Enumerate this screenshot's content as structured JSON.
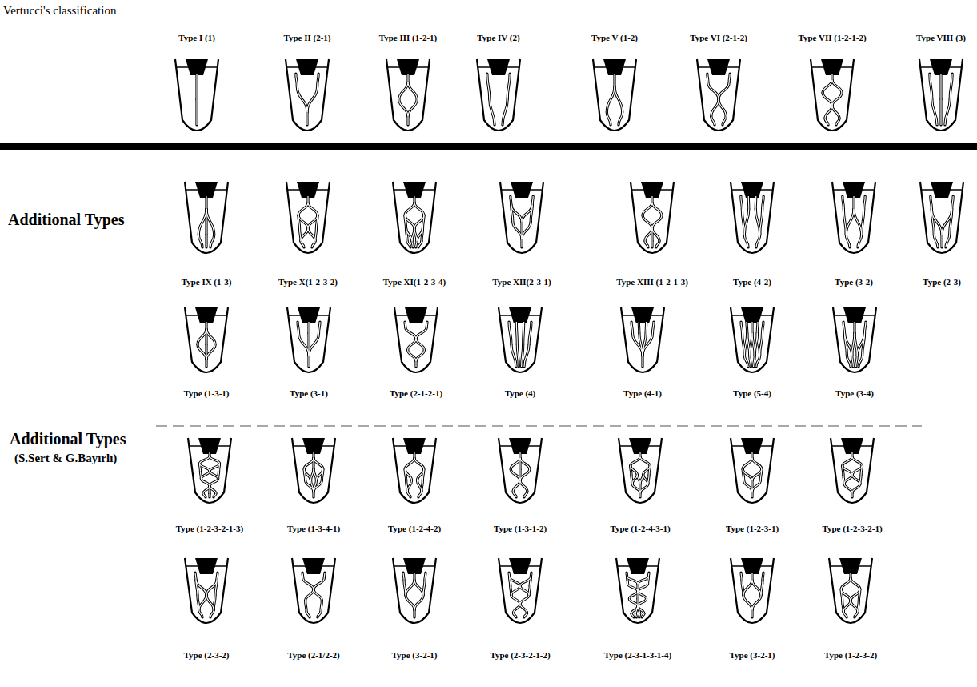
{
  "diagram": {
    "title": "Vertucci's classification",
    "nodes": [
      {
        "text": [
          "Type I (1)"
        ]
      },
      {
        "text": [
          "Type II (2-1)"
        ]
      },
      {
        "text": [
          "Type III (1-2-1)"
        ]
      },
      {
        "text": [
          "Type IV (2)"
        ]
      },
      {
        "text": [
          "Type V (1-2)"
        ]
      },
      {
        "text": [
          "Type VI (2-1-2)"
        ]
      },
      {
        "text": [
          "Type VII (1-2-1-2)"
        ]
      },
      {
        "text": [
          "Type VIII (3)"
        ]
      },
      {
        "text": [
          "Type IX (1-3)"
        ]
      },
      {
        "text": [
          "Type X(1-2-3-2)"
        ]
      },
      {
        "text": [
          "Type XI(1-2-3-4)"
        ]
      },
      {
        "text": [
          "Type XII(2-3-1)"
        ]
      },
      {
        "text": [
          "Type XIII (1-2-1-3)"
        ]
      },
      {
        "text": [
          "Type (4-2)"
        ]
      },
      {
        "text": [
          "Type (3-2)"
        ]
      },
      {
        "text": [
          "Type (2-3)"
        ]
      },
      {
        "text": [
          "Type (1-3-1)"
        ]
      },
      {
        "text": [
          "Type (3-1)"
        ]
      },
      {
        "text": [
          "Type (2-1-2-1)"
        ]
      },
      {
        "text": [
          "Type (4)"
        ]
      },
      {
        "text": [
          "Type (4-1)"
        ]
      },
      {
        "text": [
          "Type (5-4)"
        ]
      },
      {
        "text": [
          "Type (3-4)"
        ]
      },
      {
        "text": [
          "Type (1-2-3-2-1-3)"
        ]
      },
      {
        "text": [
          "Type (1-3-4-1)"
        ]
      },
      {
        "text": [
          "Type (1-2-4-2)"
        ]
      },
      {
        "text": [
          "Type (1-3-1-2)"
        ]
      },
      {
        "text": [
          "Type (1-2-4-3-1)"
        ]
      },
      {
        "text": [
          "Type (1-2-3-1)"
        ]
      },
      {
        "text": [
          "Type (1-2-3-2-1)"
        ]
      },
      {
        "text": [
          "Type (2-3-2)"
        ]
      },
      {
        "text": [
          "Type (2-1/2-2)"
        ]
      },
      {
        "text": [
          "Type (3-2-1)"
        ]
      },
      {
        "text": [
          "Type (2-3-2-1-2)"
        ]
      },
      {
        "text": [
          "Type (2-3-1-3-1-4)"
        ]
      },
      {
        "text": [
          "Type (3-2-1)"
        ]
      },
      {
        "text": [
          "Type (1-2-3-2)"
        ]
      }
    ],
    "labels": [
      "Additional Types",
      "Additional Types",
      "(S.Sert & G.Bayırlı)"
    ]
  }
}
